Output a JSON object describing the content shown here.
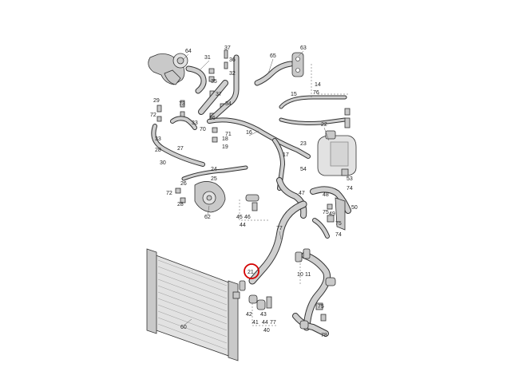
{
  "diagram": {
    "highlight_color": "#d40000",
    "highlighted_part": "21",
    "callouts": [
      "64",
      "31",
      "37",
      "36",
      "32",
      "35",
      "65",
      "63",
      "14",
      "15",
      "76",
      "29",
      "73",
      "37",
      "34",
      "36",
      "33",
      "16",
      "22",
      "72",
      "33",
      "70",
      "71",
      "18",
      "19",
      "23",
      "17",
      "28",
      "27",
      "30",
      "24",
      "25",
      "54",
      "53",
      "74",
      "62",
      "47",
      "26",
      "48",
      "49",
      "75",
      "50",
      "72",
      "28",
      "45",
      "46",
      "44",
      "77",
      "75",
      "74",
      "21",
      "10",
      "11",
      "42",
      "43",
      "41",
      "44",
      "77",
      "40",
      "60",
      "75",
      "78"
    ]
  }
}
